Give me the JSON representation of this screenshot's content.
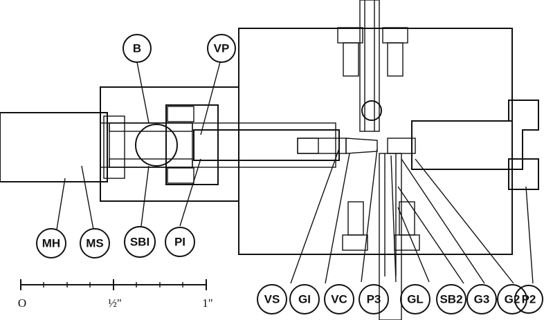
{
  "diagram": {
    "labels": {
      "B": "B",
      "VP": "VP",
      "MH": "MH",
      "MS": "MS",
      "SB1": "SBI",
      "P1": "PI",
      "VS": "VS",
      "G1": "GI",
      "VC": "VC",
      "P3": "P3",
      "GL": "GL",
      "SB2": "SB2",
      "G3": "G3",
      "G2": "G2",
      "P2": "P2"
    },
    "scale": {
      "zero": "O",
      "half": "½\"",
      "one": "1\""
    }
  }
}
